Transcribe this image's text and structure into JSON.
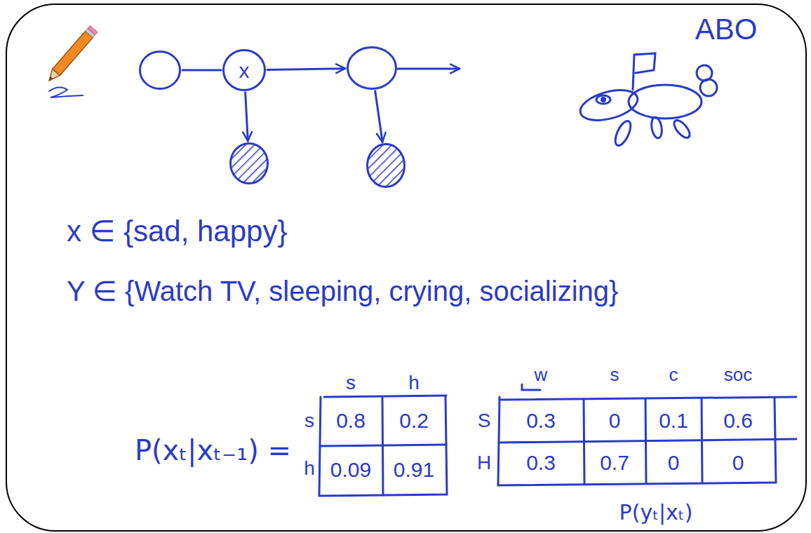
{
  "diagram": {
    "nodes": [
      {
        "text": []
      },
      {
        "text": [
          "x"
        ]
      },
      {
        "text": []
      },
      {
        "text": []
      },
      {
        "text": []
      }
    ],
    "edges": [
      {
        "from": 0,
        "to": 1,
        "arrow": "none"
      },
      {
        "from": 1,
        "to": 2,
        "arrow": "to"
      },
      {
        "from": 1,
        "to": 3,
        "arrow": "to"
      },
      {
        "from": 2,
        "to": 4,
        "arrow": "to"
      }
    ],
    "labels": [
      "ABO",
      "x ∈ {sad, happy}",
      "Y ∈ {Watch TV, sleeping, crying, socializing}",
      "s",
      "h",
      "s",
      "0.8",
      "0.2",
      "h",
      "0.09",
      "0.91",
      "P(xₜ|xₜ₋₁) =",
      "w",
      "s",
      "c",
      "soc",
      "S",
      "0.3",
      "0",
      "0.1",
      "0.6",
      "H",
      "0.3",
      "0.7",
      "0",
      "0",
      "P(yₜ|xₜ)"
    ]
  }
}
